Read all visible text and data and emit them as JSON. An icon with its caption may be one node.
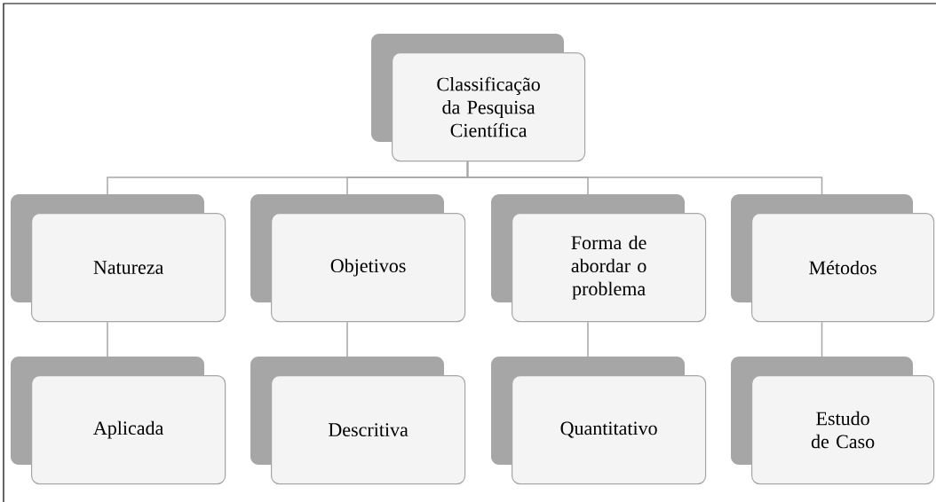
{
  "diagram": {
    "nodes": [
      {
        "text": [
          "Classificação da Pesquisa Científica"
        ]
      },
      {
        "text": [
          "Natureza"
        ]
      },
      {
        "text": [
          "Objetivos"
        ]
      },
      {
        "text": [
          "Forma de abordar o problema"
        ]
      },
      {
        "text": [
          "Métodos"
        ]
      },
      {
        "text": [
          "Aplicada"
        ]
      },
      {
        "text": [
          "Descritiva"
        ]
      },
      {
        "text": [
          "Quantitativo"
        ]
      },
      {
        "text": [
          "Estudo de Caso"
        ]
      }
    ],
    "edges": [
      {
        "from": 0,
        "to": 1,
        "arrow": "none"
      },
      {
        "from": 0,
        "to": 2,
        "arrow": "none"
      },
      {
        "from": 0,
        "to": 3,
        "arrow": "none"
      },
      {
        "from": 0,
        "to": 4,
        "arrow": "none"
      },
      {
        "from": 1,
        "to": 5,
        "arrow": "none"
      },
      {
        "from": 2,
        "to": 6,
        "arrow": "none"
      },
      {
        "from": 3,
        "to": 7,
        "arrow": "none"
      },
      {
        "from": 4,
        "to": 8,
        "arrow": "none"
      }
    ]
  }
}
